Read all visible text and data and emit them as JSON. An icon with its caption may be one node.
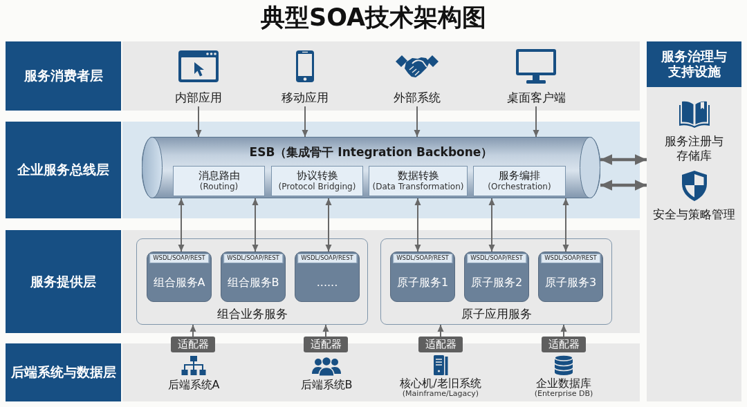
{
  "diagram": {
    "title": "典型SOA技术架构图",
    "nodes": [
      {
        "text": [
          "服务消费者层"
        ]
      },
      {
        "text": [
          "内部应用"
        ],
        "in": 0
      },
      {
        "text": [
          "移动应用"
        ],
        "in": 0
      },
      {
        "text": [
          "外部系统"
        ],
        "in": 0
      },
      {
        "text": [
          "桌面客户端"
        ],
        "in": 0
      },
      {
        "text": [
          "企业服务总线层"
        ]
      },
      {
        "text": [
          "ESB（集成骨干 Integration Backbone）"
        ],
        "in": 5
      },
      {
        "text": [
          "消息路由",
          "(Routing)"
        ],
        "in": 6
      },
      {
        "text": [
          "协议转换",
          "(Protocol Bridging)"
        ],
        "in": 6
      },
      {
        "text": [
          "数据转换",
          "(Data Transformation)"
        ],
        "in": 6
      },
      {
        "text": [
          "服务编排",
          "(Orchestration)"
        ],
        "in": 6
      },
      {
        "text": [
          "服务提供层"
        ]
      },
      {
        "text": [
          "组合业务服务"
        ],
        "in": 11
      },
      {
        "text": [
          "WSDL/SOAP/REST",
          "组合服务A"
        ],
        "in": 12
      },
      {
        "text": [
          "WSDL/SOAP/REST",
          "组合服务B"
        ],
        "in": 12
      },
      {
        "text": [
          "WSDL/SOAP/REST",
          "......"
        ],
        "in": 12
      },
      {
        "text": [
          "原子应用服务"
        ],
        "in": 11
      },
      {
        "text": [
          "WSDL/SOAP/REST",
          "原子服务1"
        ],
        "in": 16
      },
      {
        "text": [
          "WSDL/SOAP/REST",
          "原子服务2"
        ],
        "in": 16
      },
      {
        "text": [
          "WSDL/SOAP/REST",
          "原子服务3"
        ],
        "in": 16
      },
      {
        "text": [
          "后端系统与数据层"
        ]
      },
      {
        "text": [
          "适配器"
        ]
      },
      {
        "text": [
          "适配器"
        ]
      },
      {
        "text": [
          "适配器"
        ]
      },
      {
        "text": [
          "适配器"
        ]
      },
      {
        "text": [
          "后端系统A"
        ],
        "in": 20
      },
      {
        "text": [
          "后端系统B"
        ],
        "in": 20
      },
      {
        "text": [
          "核心机/老旧系统",
          "(Mainframe/Lagacy)"
        ],
        "in": 20
      },
      {
        "text": [
          "企业数据库",
          "(Enterprise DB)"
        ],
        "in": 20
      },
      {
        "text": [
          "服务治理与支持设施"
        ]
      },
      {
        "text": [
          "服务注册与存储库"
        ],
        "in": 29
      },
      {
        "text": [
          "安全与策略管理"
        ],
        "in": 29
      }
    ],
    "edges": [
      {
        "from": 1,
        "to": 6,
        "arrow": "to"
      },
      {
        "from": 2,
        "to": 6,
        "arrow": "to"
      },
      {
        "from": 3,
        "to": 6,
        "arrow": "to"
      },
      {
        "from": 4,
        "to": 6,
        "arrow": "to"
      },
      {
        "from": 6,
        "to": 29,
        "arrow": "both",
        "style": "thick"
      },
      {
        "from": 6,
        "to": 29,
        "arrow": "both",
        "style": "thick"
      },
      {
        "from": 6,
        "to": 13,
        "arrow": "both"
      },
      {
        "from": 6,
        "to": 14,
        "arrow": "both"
      },
      {
        "from": 6,
        "to": 15,
        "arrow": "both"
      },
      {
        "from": 6,
        "to": 17,
        "arrow": "both"
      },
      {
        "from": 6,
        "to": 18,
        "arrow": "both"
      },
      {
        "from": 6,
        "to": 19,
        "arrow": "both"
      },
      {
        "from": 21,
        "to": 12,
        "arrow": "to"
      },
      {
        "from": 22,
        "to": 12,
        "arrow": "to"
      },
      {
        "from": 23,
        "to": 16,
        "arrow": "to"
      },
      {
        "from": 24,
        "to": 16,
        "arrow": "to"
      }
    ]
  }
}
